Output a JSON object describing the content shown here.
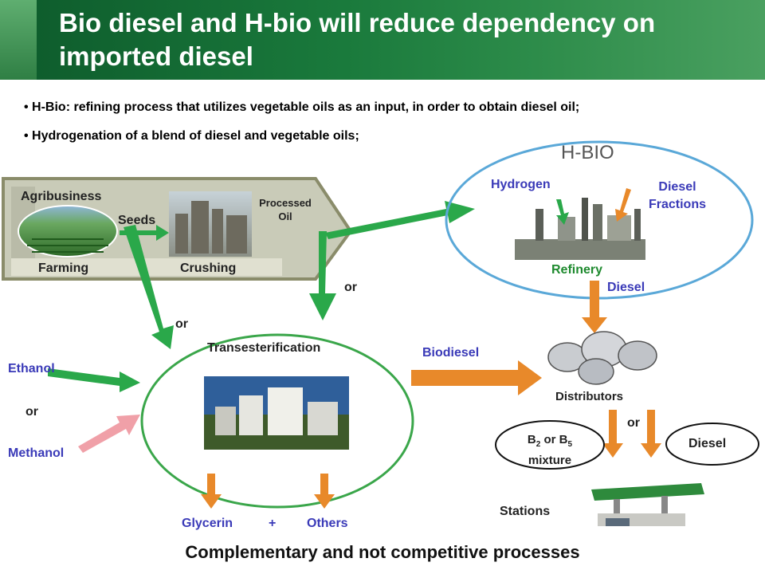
{
  "title": "Bio diesel and H-bio will reduce dependency on imported diesel",
  "bullets": [
    "H-Bio: refining process that utilizes vegetable oils as an input, in order to obtain diesel oil;",
    "Hydrogenation of a blend of diesel and vegetable oils;"
  ],
  "agri": {
    "agribusiness": "Agribusiness",
    "seeds": "Seeds",
    "processed_oil_1": "Processed",
    "processed_oil_2": "Oil",
    "farming": "Farming",
    "crushing": "Crushing"
  },
  "hbio": {
    "title": "H-BIO",
    "hydrogen": "Hydrogen",
    "diesel_fractions_1": "Diesel",
    "diesel_fractions_2": "Fractions",
    "refinery": "Refinery",
    "diesel": "Diesel"
  },
  "or_labels": [
    "or",
    "or",
    "or",
    "or"
  ],
  "trans": {
    "title": "Transesterification",
    "ethanol": "Ethanol",
    "methanol": "Methanol",
    "glycerin": "Glycerin",
    "plus": "+",
    "others": "Others"
  },
  "biodiesel": "Biodiesel",
  "distributors": "Distributors",
  "mixture": {
    "line1_a": "B",
    "line1_sub_a": "2",
    "line1_b": " or B",
    "line1_sub_b": "5",
    "line2": "mixture"
  },
  "diesel_right": "Diesel",
  "stations": "Stations",
  "footer": "Complementary and not competitive processes",
  "colors": {
    "header_green": "#1a7a3c",
    "arrow_green": "#2aa84a",
    "arrow_orange": "#e8892a",
    "arrow_pink": "#f0a0a8",
    "ellipse_green": "#3aa64a",
    "ellipse_blue": "#5aa8d8",
    "label_blue": "#3a3ab8"
  }
}
